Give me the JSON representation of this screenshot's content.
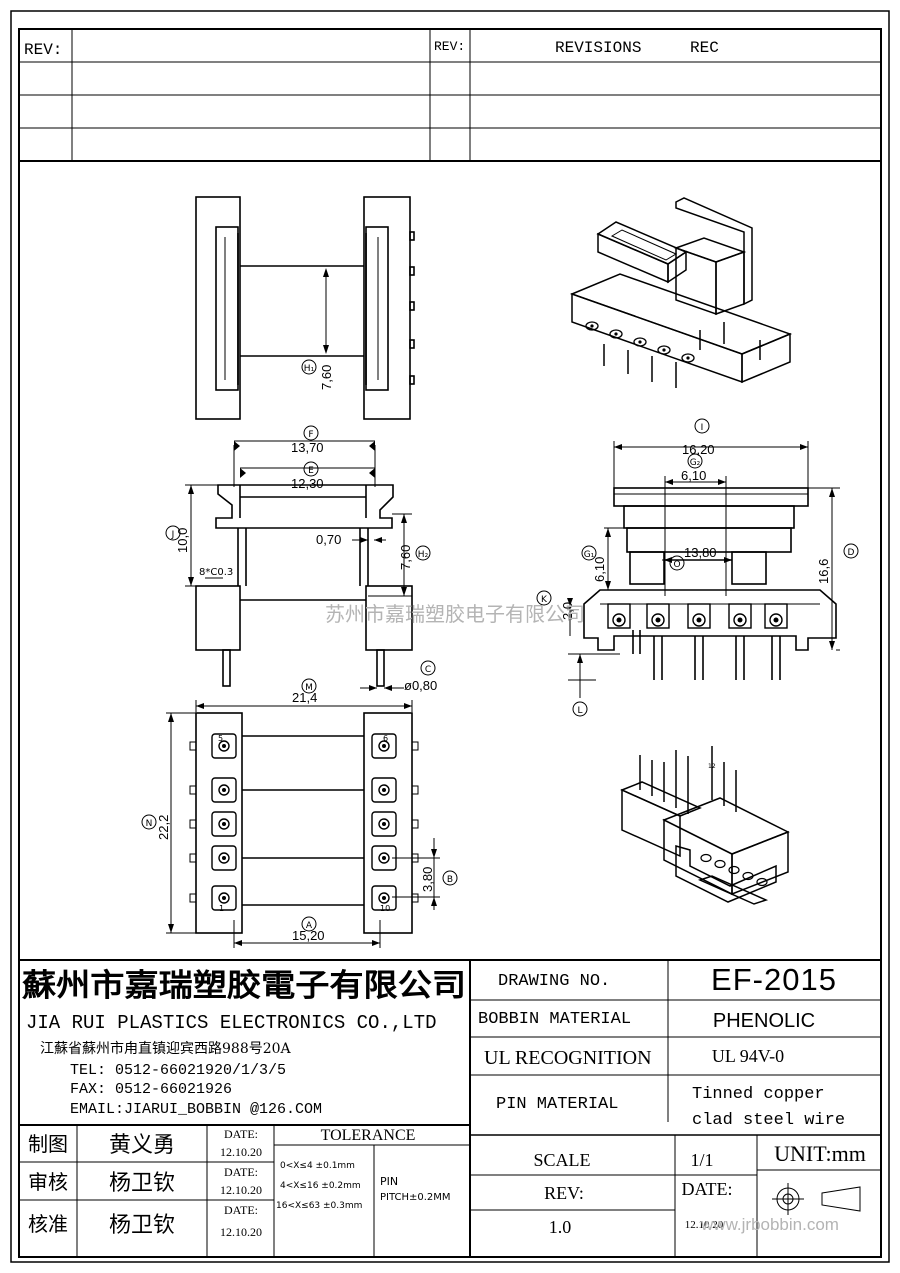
{
  "revision_table": {
    "left_rev_label": "REV:",
    "right_rev_label": "REV:",
    "revisions_label": "REVISIONS",
    "rec_label": "REC"
  },
  "watermark_top": "苏州市嘉瑞塑胶电子有限公司",
  "watermark_bottom": "www.jrbobbin.com",
  "dimensions": {
    "d_13_70": "13,70",
    "d_12_30": "12,30",
    "d_10_0": "10,0",
    "d_7_60_top": "7,60",
    "d_7_60_mid": "7,60",
    "d_0_70": "0,70",
    "d_chamfer": "8*C0.3",
    "d_0_80": "ø0,80",
    "d_21_4": "21,4",
    "d_22_2": "22,2",
    "d_3_80": "3,80",
    "d_15_20": "15,20",
    "d_16_20": "16,20",
    "d_6_10_top": "6,10",
    "d_6_10_side": "6,10",
    "d_13_80": "13,80",
    "d_16_6": "16,6",
    "d_2_0": "2,0"
  },
  "dim_markers": {
    "A": "A",
    "B": "B",
    "C": "C",
    "D": "D",
    "E": "E",
    "F": "F",
    "G1": "G₁",
    "G2": "G₂",
    "H1": "H₁",
    "H2": "H₂",
    "I": "I",
    "J": "J",
    "K": "K",
    "L": "L",
    "M": "M",
    "N": "N",
    "O": "O"
  },
  "pin_numbers": {
    "p5": "5",
    "p6": "6",
    "p1": "1",
    "p10": "10",
    "p12": "12"
  },
  "company": {
    "name_cn": "蘇州市嘉瑞塑胶電子有限公司",
    "name_en": "JIA RUI PLASTICS ELECTRONICS CO.,LTD",
    "address": "江蘇省蘇州市甪直镇迎宾西路988号20A",
    "tel": "TEL:  0512-66021920/1/3/5",
    "fax": "FAX:  0512-66021926",
    "email": "EMAIL:JIARUI_BOBBIN @126.COM"
  },
  "title_block": {
    "drawing_no_label": "DRAWING   NO.",
    "drawing_no": "EF-2015",
    "bobbin_material_label": "BOBBIN  MATERIAL",
    "bobbin_material": "PHENOLIC",
    "ul_label": "UL RECOGNITION",
    "ul_value": "UL 94V-0",
    "pin_material_label": "PIN MATERIAL",
    "pin_material_line1": "Tinned copper",
    "pin_material_line2": "clad steel wire",
    "scale_label": "SCALE",
    "scale_value": "1/1",
    "unit_label": "UNIT:mm",
    "rev_label": "REV:",
    "rev_value": "1.0",
    "date_label": "DATE:",
    "date_value": "12.10.20"
  },
  "approvals": [
    {
      "role": "制图",
      "name": "黄义勇",
      "date_label": "DATE:",
      "date": "12.10.20"
    },
    {
      "role": "审核",
      "name": "杨卫钦",
      "date_label": "DATE:",
      "date": "12.10.20"
    },
    {
      "role": "核准",
      "name": "杨卫钦",
      "date_label": "DATE:",
      "date": "12.10.20"
    }
  ],
  "tolerance": {
    "label": "TOLERANCE",
    "rows": [
      "0<X≤4  ±0.1mm",
      "4<X≤16 ±0.2mm",
      "16<X≤63 ±0.3mm"
    ],
    "pin_label": "PIN",
    "pin_pitch": "PITCH±0.2MM"
  }
}
